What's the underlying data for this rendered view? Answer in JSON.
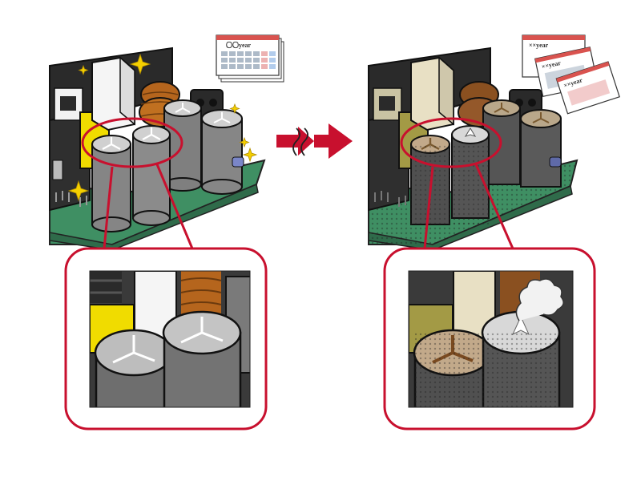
{
  "calendar_before": {
    "label": "〇〇year"
  },
  "calendar_after": {
    "labels": [
      "××year",
      "××year",
      "××year"
    ]
  },
  "colors": {
    "accent_red": "#c8102e",
    "board_green": "#3a8a5e",
    "heatsink_black": "#2a2a2a",
    "capacitor_gray": "#8a8a8a",
    "capacitor_top_silver": "#c9c9c9",
    "choke_copper": "#b5651d",
    "spark_yellow": "#f5d000"
  },
  "icons": [
    "calendar-icon",
    "time-passes-arrow-icon",
    "sparkle-icon",
    "smoke-icon"
  ]
}
